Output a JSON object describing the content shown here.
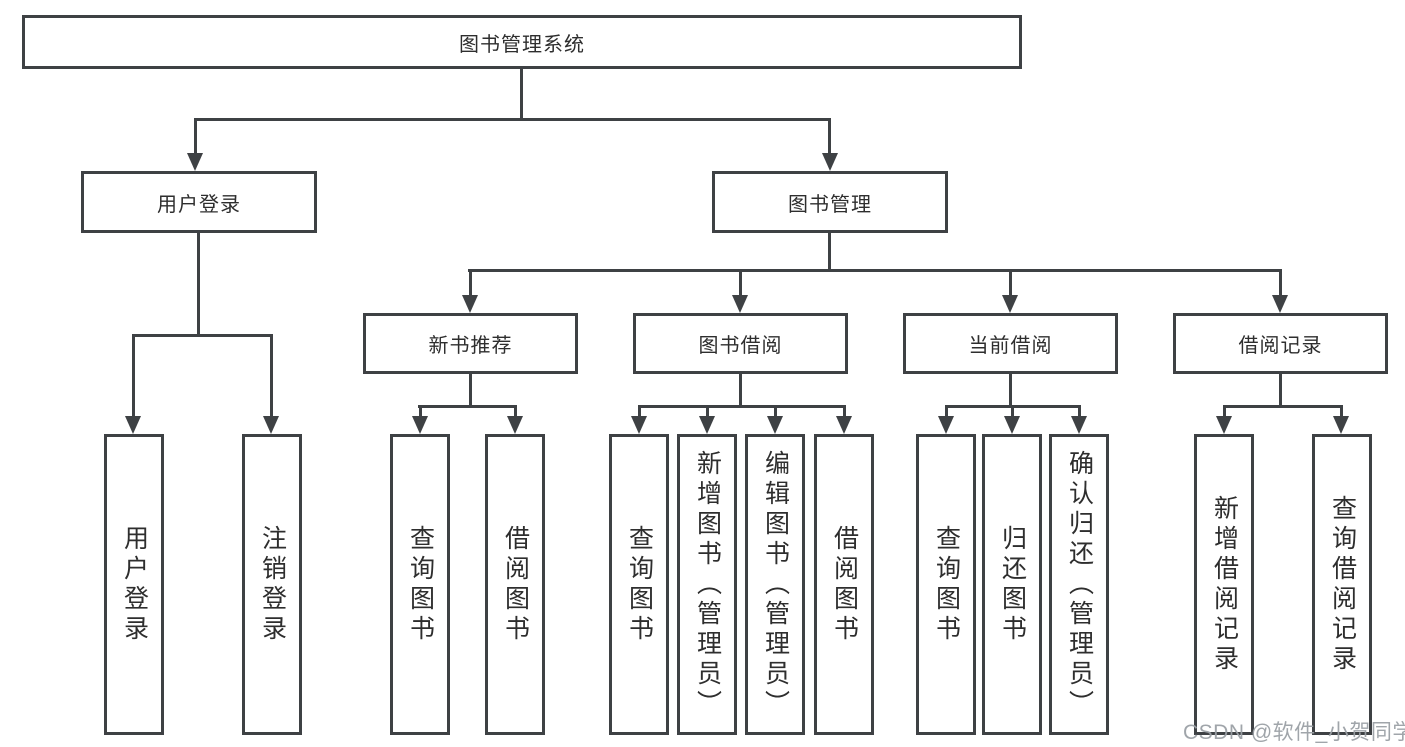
{
  "tree": {
    "root": "图书管理系统",
    "branches": [
      {
        "label": "用户登录",
        "children": [
          "用户登录",
          "注销登录"
        ]
      },
      {
        "label": "图书管理",
        "sections": [
          {
            "label": "新书推荐",
            "children": [
              "查询图书",
              "借阅图书"
            ]
          },
          {
            "label": "图书借阅",
            "children": [
              "查询图书",
              "新增图书（管理员）",
              "编辑图书（管理员）",
              "借阅图书"
            ]
          },
          {
            "label": "当前借阅",
            "children": [
              "查询图书",
              "归还图书",
              "确认归还（管理员）"
            ]
          },
          {
            "label": "借阅记录",
            "children": [
              "新增借阅记录",
              "查询借阅记录"
            ]
          }
        ]
      }
    ]
  },
  "watermark": "CSDN @软件_小贺同学",
  "colors": {
    "line": "#3e4144",
    "text": "#2e2e2e",
    "watermark": "#9ba0a5",
    "background": "#ffffff"
  }
}
